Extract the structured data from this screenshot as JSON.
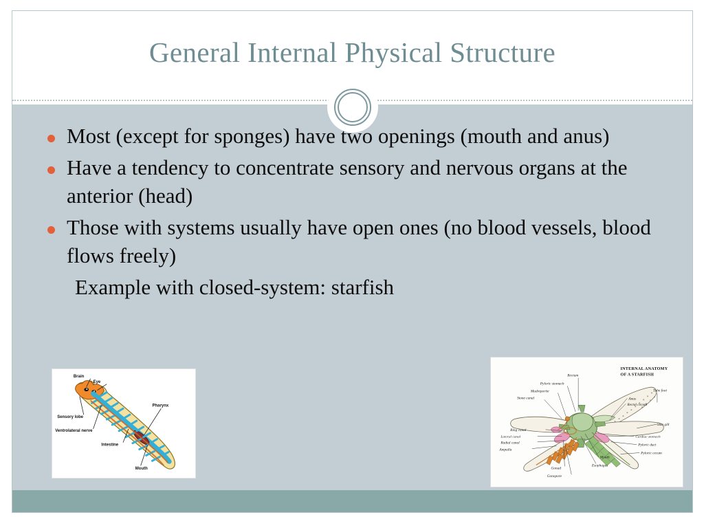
{
  "slide": {
    "title": "General Internal Physical Structure",
    "theme": {
      "title_color": "#6e8d92",
      "body_background": "#c3cdd4",
      "header_background": "#ffffff",
      "footer_bar_color": "#89a9a9",
      "bullet_color": "#e2603a",
      "divider_color": "#b6c3c9",
      "ring_color": "#7c9aa0",
      "body_text_color": "#0d0d0d"
    }
  },
  "content": {
    "bullets": [
      "Most (except for sponges) have two openings (mouth and anus)",
      "Have a tendency to concentrate sensory and nervous organs at the anterior (head)",
      "Those with systems usually have open ones (no blood vessels, blood flows freely)"
    ],
    "sublines": [
      "Example with closed-system: starfish"
    ]
  },
  "figures": {
    "flatworm": {
      "caption": "flatworm-internal-anatomy-diagram",
      "labels": [
        "Brain",
        "Eye",
        "Sensory lobe",
        "Ventrolateral nerve",
        "Intestine",
        "Pharynx",
        "Mouth"
      ]
    },
    "starfish": {
      "title_line1": "INTERNAL ANATOMY",
      "title_line2": "OF A STARFISH",
      "labels": [
        "Rectum",
        "Pyloric stomach",
        "Madreporite",
        "Stone canal",
        "Ring canal",
        "Lateral canal",
        "Radial canal",
        "Ampulla",
        "Gonad",
        "Gonopore",
        "Mouth",
        "Esophagus",
        "Anus",
        "Rectal cecum",
        "Tube foot",
        "Skin gill",
        "Cardiac stomach",
        "Pyloric duct",
        "Pyloric cecum"
      ]
    }
  }
}
